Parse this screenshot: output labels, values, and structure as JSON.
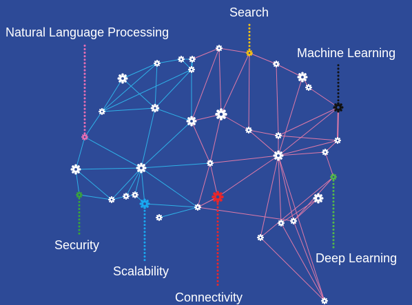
{
  "labels": {
    "search": "Search",
    "nlp": "Natural Language Processing",
    "machine_learning": "Machine Learning",
    "security": "Security",
    "scalability": "Scalability",
    "connectivity": "Connectivity",
    "deep_learning": "Deep Learning"
  },
  "colors": {
    "background": "#2d4a97",
    "blue_links": "#2fb2e8",
    "pink_links": "#e07aa8",
    "node": "#ffffff",
    "search": "#f7c20e",
    "nlp": "#e76fb4",
    "machine_learning": "#111111",
    "security": "#3aa53a",
    "scalability": "#19a8f0",
    "connectivity": "#e8262b",
    "deep_learning": "#55b848"
  },
  "icons": {
    "node": "gear-icon"
  }
}
